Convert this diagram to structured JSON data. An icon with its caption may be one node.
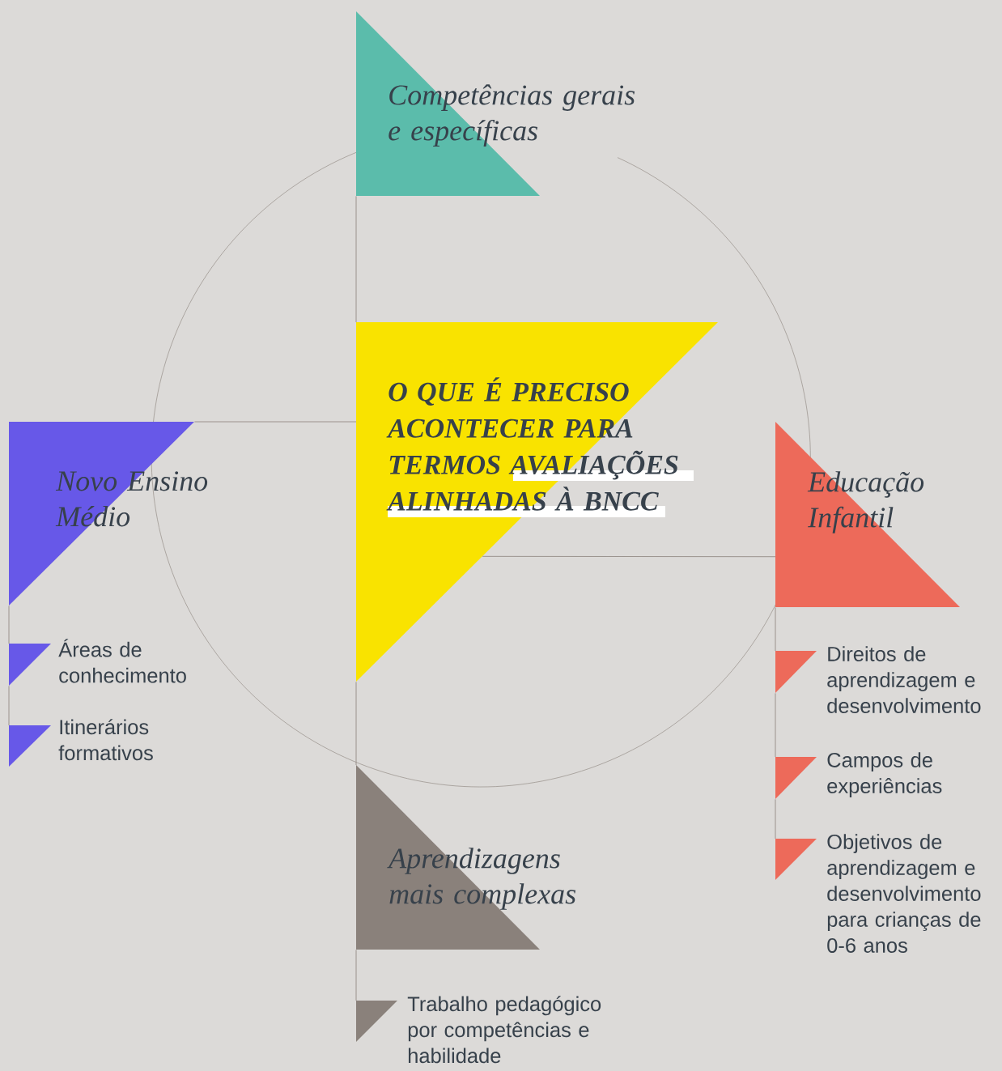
{
  "diagram": {
    "nodes": [
      {
        "text": [
          "O QUE É PRECISO ACONTECER PARA TERMOS AVALIAÇÕES ALINHADAS À BNCC"
        ]
      },
      {
        "text": [
          "Competências gerais e específicas"
        ]
      },
      {
        "text": [
          "Novo Ensino Médio"
        ]
      },
      {
        "text": [
          "Educação Infantil"
        ]
      },
      {
        "text": [
          "Aprendizagens mais complexas"
        ]
      },
      {
        "text": [
          "Áreas de conhecimento"
        ]
      },
      {
        "text": [
          "Itinerários formativos"
        ]
      },
      {
        "text": [
          "Direitos de aprendizagem e desenvolvimento"
        ]
      },
      {
        "text": [
          "Campos de experiências"
        ]
      },
      {
        "text": [
          "Objetivos de aprendizagem e desenvolvimento para crianças de 0-6 anos"
        ]
      },
      {
        "text": [
          "Trabalho pedagógico por competências e habilidade"
        ]
      }
    ],
    "edges": [
      {
        "from": 1,
        "to": 0,
        "arrow": "none"
      },
      {
        "from": 0,
        "to": 2,
        "arrow": "none"
      },
      {
        "from": 0,
        "to": 3,
        "arrow": "none"
      },
      {
        "from": 0,
        "to": 4,
        "arrow": "none"
      },
      {
        "from": 2,
        "to": 5,
        "arrow": "none"
      },
      {
        "from": 5,
        "to": 6,
        "arrow": "none"
      },
      {
        "from": 3,
        "to": 7,
        "arrow": "none"
      },
      {
        "from": 7,
        "to": 8,
        "arrow": "none"
      },
      {
        "from": 8,
        "to": 9,
        "arrow": "none"
      },
      {
        "from": 4,
        "to": 10,
        "arrow": "none"
      }
    ]
  }
}
